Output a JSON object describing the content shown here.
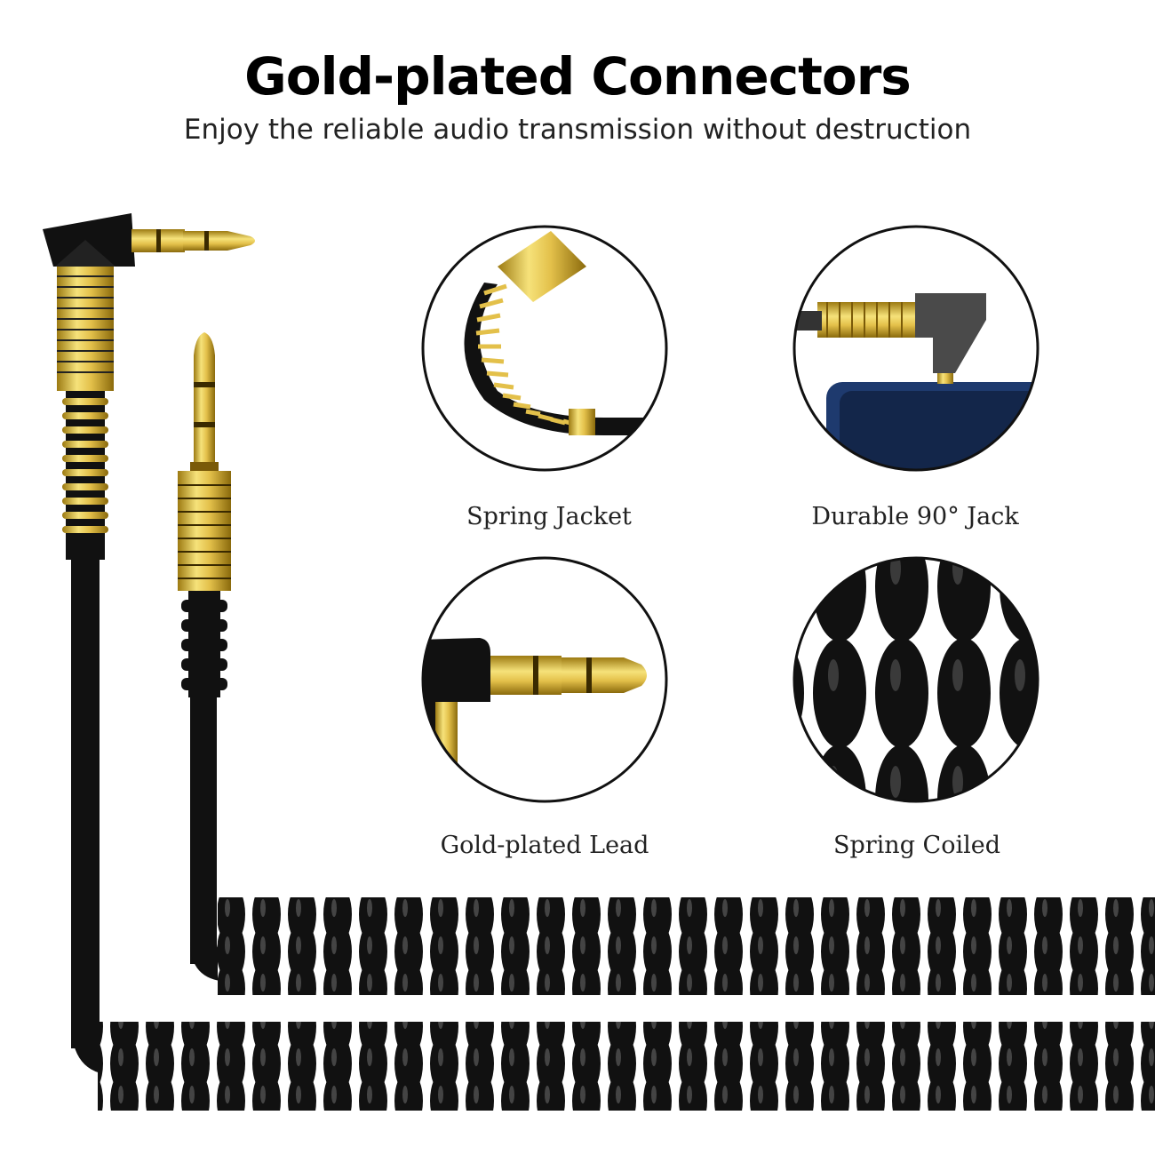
{
  "header": {
    "title": "Gold-plated Connectors",
    "subtitle": "Enjoy the reliable audio transmission without destruction"
  },
  "features": [
    {
      "label": "Spring Jacket",
      "icon": "spring-jacket-closeup"
    },
    {
      "label": "Durable 90° Jack",
      "icon": "right-angle-jack-closeup"
    },
    {
      "label": "Gold-plated Lead",
      "icon": "gold-plated-plug-closeup"
    },
    {
      "label": "Spring Coiled",
      "icon": "coiled-cable-closeup"
    }
  ],
  "colors": {
    "gold": "#e3c04a",
    "gold_dark": "#9c7a12",
    "cable": "#111111",
    "circle_border": "#111111"
  }
}
